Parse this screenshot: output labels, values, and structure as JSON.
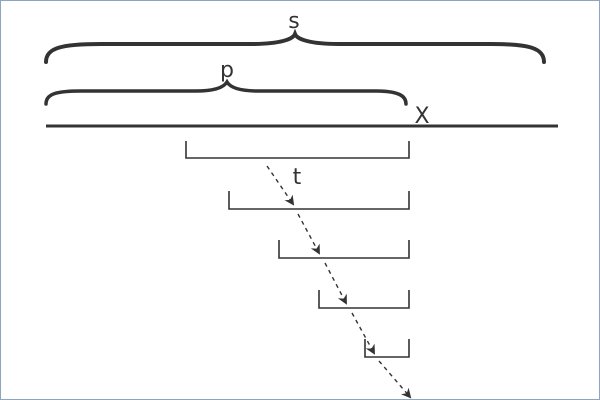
{
  "labels": {
    "s": "s",
    "p": "p",
    "x": "X",
    "t": "t"
  },
  "colors": {
    "ink": "#333333",
    "frame": "#8fa4bf"
  }
}
